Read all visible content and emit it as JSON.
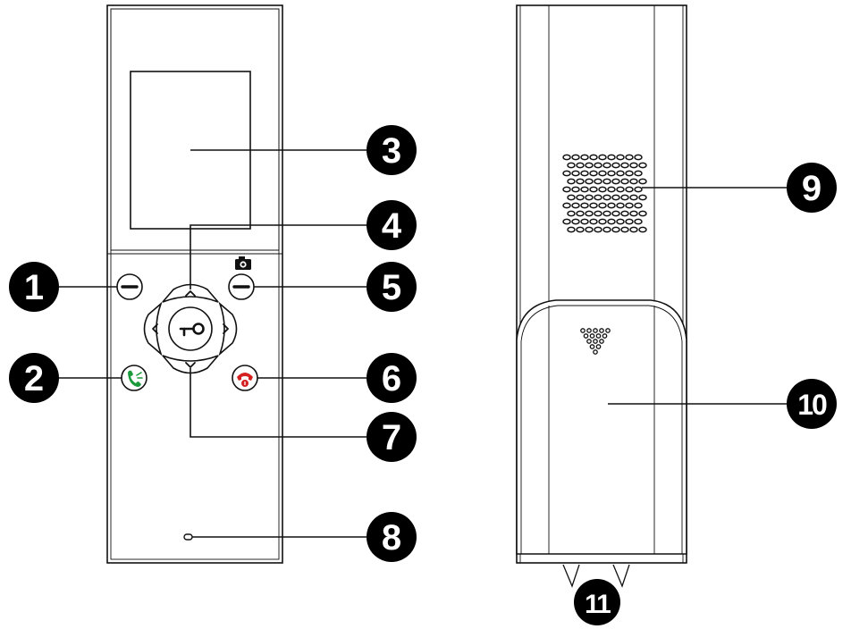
{
  "diagram": {
    "callouts": [
      {
        "id": "1",
        "label": "1"
      },
      {
        "id": "2",
        "label": "2"
      },
      {
        "id": "3",
        "label": "3"
      },
      {
        "id": "4",
        "label": "4"
      },
      {
        "id": "5",
        "label": "5"
      },
      {
        "id": "6",
        "label": "6"
      },
      {
        "id": "7",
        "label": "7"
      },
      {
        "id": "8",
        "label": "8"
      },
      {
        "id": "9",
        "label": "9"
      },
      {
        "id": "10",
        "label": "10"
      },
      {
        "id": "11",
        "label": "11"
      }
    ],
    "colors": {
      "line": "#111111",
      "callout_fill": "#000000",
      "call_green": "#1a9a3a",
      "hangup_red": "#d42020"
    },
    "icons": {
      "up": "chevron-up-icon",
      "down": "chevron-down-icon",
      "left": "chevron-left-icon",
      "right": "chevron-right-icon",
      "center": "key-icon",
      "camera": "camera-icon",
      "call": "phone-call-icon",
      "hangup": "phone-hangup-icon",
      "mic": "microphone-icon",
      "speaker": "speaker-grille-icon"
    }
  }
}
